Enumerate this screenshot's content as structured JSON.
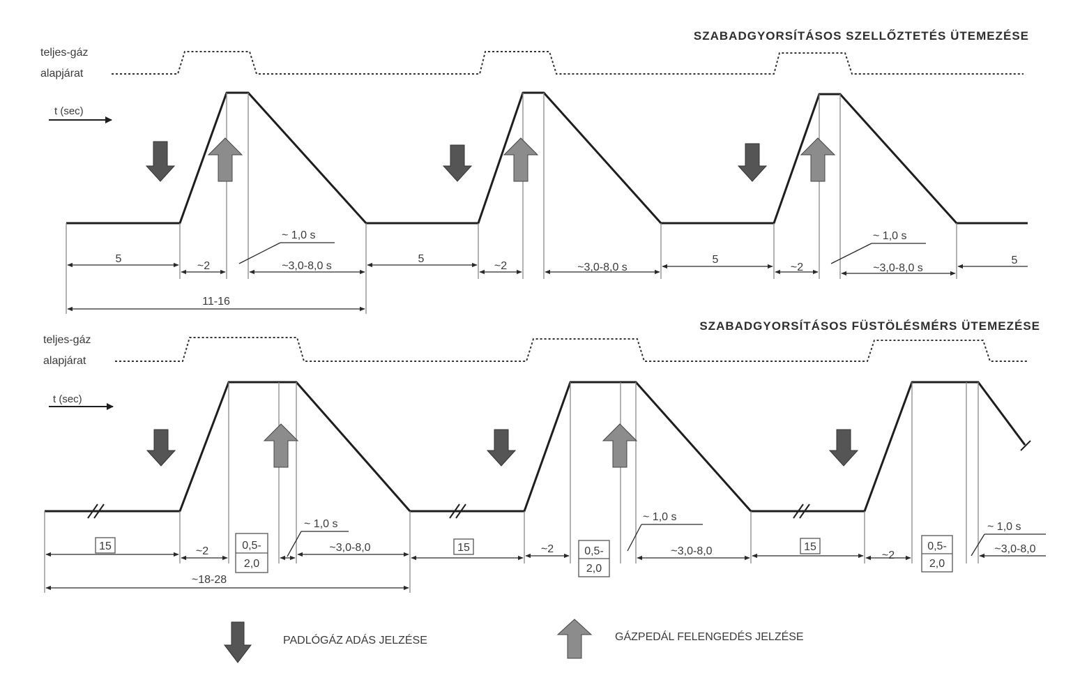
{
  "top": {
    "title": "SZABADGYORSÍTÁSOS SZELLŐZTETÉS ÜTEMEZÉSE",
    "full_throttle_label": "teljes-gáz",
    "idle_label": "alapjárat",
    "time_axis_label": "t (sec)",
    "dim_wait": "5",
    "dim_rise": "~2",
    "dim_hold": "~ 1,0 s",
    "dim_fall": "~3,0-8,0 s",
    "dim_total": "11-16"
  },
  "bottom": {
    "title": "SZABADGYORSÍTÁSOS FÜSTÖLÉSMÉRS ÜTEMEZÉSE",
    "full_throttle_label": "teljes-gáz",
    "idle_label": "alapjárat",
    "time_axis_label": "t (sec)",
    "dim_wait": "15",
    "dim_rise": "~2",
    "dim_measure_line1": "0,5-",
    "dim_measure_line2": "2,0",
    "dim_hold": "~ 1,0 s",
    "dim_fall": "~3,0-8,0",
    "dim_total": "~18-28"
  },
  "legend": {
    "press_label": "PADLÓGÁZ ADÁS JELZÉSE",
    "release_label": "GÁZPEDÁL FELENGEDÉS JELZÉSE"
  },
  "colors": {
    "line": "#1e1e1e",
    "press_arrow": "#555555",
    "release_arrow": "#8c8c8c",
    "thin_line": "#9a9a9a"
  }
}
